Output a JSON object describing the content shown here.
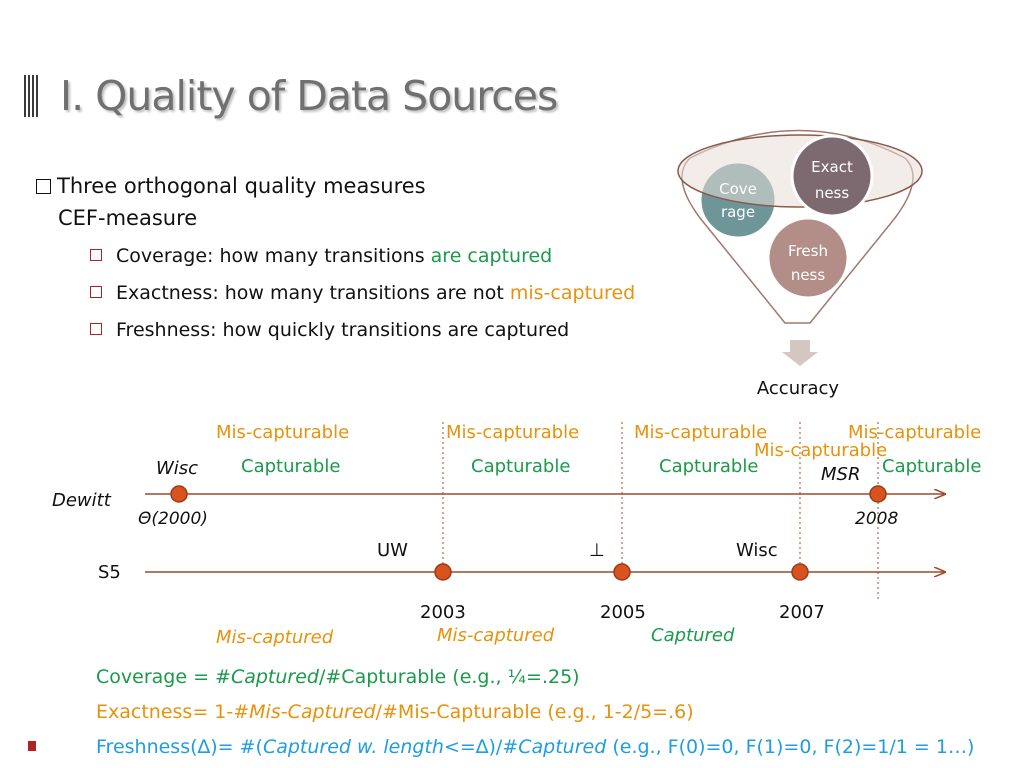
{
  "title": "I. Quality of Data Sources",
  "heading": {
    "line1": "Three orthogonal quality measures",
    "line2": "CEF-measure"
  },
  "bullets": [
    {
      "prefix": "Coverage: how many transitions ",
      "highlight": "are captured"
    },
    {
      "prefix": "Exactness: how many transitions are not ",
      "highlight": "mis-captured"
    },
    {
      "prefix": "Freshness: how quickly transitions are captured",
      "highlight": ""
    }
  ],
  "funnel": {
    "circles": [
      {
        "label_l1": "Cove",
        "label_l2": "rage"
      },
      {
        "label_l1": "Exact",
        "label_l2": "ness"
      },
      {
        "label_l1": "Fresh",
        "label_l2": "ness"
      }
    ],
    "output": "Accuracy",
    "colors": {
      "coverage": "#6e9698",
      "exactness": "#7d6a70",
      "freshness": "#b38e89",
      "funnel_stroke": "#a0786e"
    }
  },
  "timeline": {
    "mis_capturable": [
      "Mis-capturable",
      "Mis-capturable",
      "Mis-capturable",
      "Mis-capturable",
      "Mis-capturable"
    ],
    "capturable": [
      "Capturable",
      "Capturable",
      "Capturable",
      "Capturable"
    ],
    "dewitt": {
      "name": "Dewitt",
      "first_value": "Wisc",
      "first_year": "Θ(2000)",
      "second_value": "MSR",
      "second_year": "2008"
    },
    "s5": {
      "name": "S5",
      "values": [
        "UW",
        "⊥",
        "Wisc"
      ],
      "years": [
        "2003",
        "2005",
        "2007"
      ]
    },
    "outcomes": [
      "Mis-captured",
      "Mis-captured",
      "Captured"
    ],
    "colors": {
      "line": "#9c4a2a",
      "dot": "#d9531e",
      "dot_stroke": "#9c3a16"
    }
  },
  "formulas": {
    "coverage": {
      "a": "Coverage = #",
      "b": "Captured",
      "c": "/#Capturable  (e.g., ¼=.25)"
    },
    "exactness": {
      "a": "Exactness= 1-#",
      "b": "Mis-Captured",
      "c": "/#Mis-Capturable  (e.g., 1-2/5=.6)"
    },
    "freshness": {
      "a": "Freshness(∆)= #(",
      "b": "Captured w. length",
      "c": "<=∆)/#",
      "d": "Captured",
      "e": " (e.g., F(0)=0, F(1)=0, F(2)=1/1 = 1…)"
    }
  }
}
